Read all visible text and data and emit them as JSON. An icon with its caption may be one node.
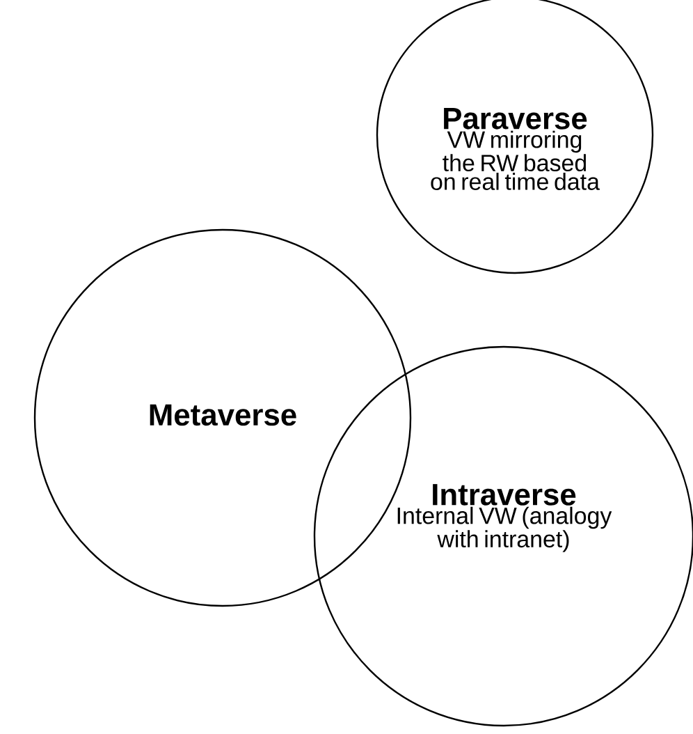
{
  "diagram": {
    "nodes": [
      {
        "text": [
          "Paraverse",
          "VW mirroring the RW based on real time data"
        ]
      },
      {
        "text": [
          "Metaverse"
        ]
      },
      {
        "text": [
          "Intraverse",
          "Internal VW (analogy with intranet)"
        ]
      }
    ]
  }
}
